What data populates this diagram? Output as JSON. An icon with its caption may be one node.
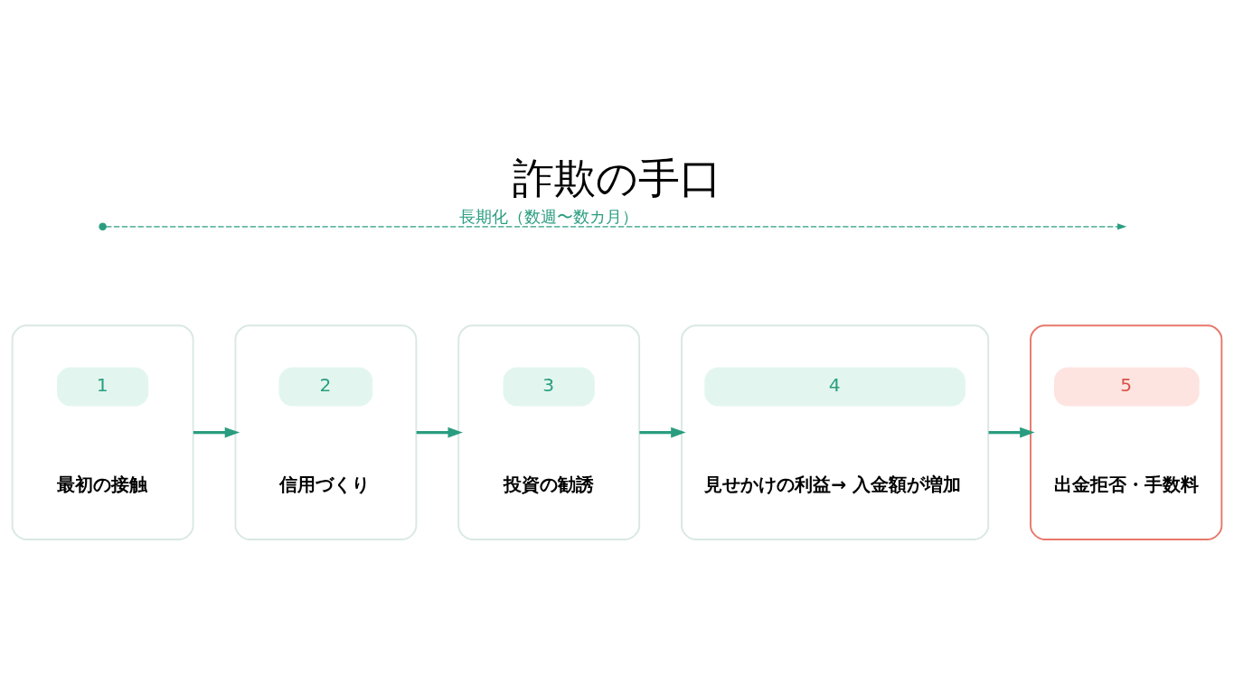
{
  "diagram": {
    "title": "詐欺の手口",
    "nodes": [
      {
        "text": [
          "1",
          "最初の接触"
        ]
      },
      {
        "text": [
          "2",
          "信用づくり"
        ]
      },
      {
        "text": [
          "3",
          "投資の勧誘"
        ]
      },
      {
        "text": [
          "4",
          "見せかけの利益→ 入金額が増加"
        ]
      },
      {
        "text": [
          "5",
          "出金拒否・手数料"
        ]
      }
    ],
    "edges": [
      {
        "from": 0,
        "to": 1,
        "arrow": "to"
      },
      {
        "from": 1,
        "to": 2,
        "arrow": "to"
      },
      {
        "from": 2,
        "to": 3,
        "arrow": "to"
      },
      {
        "from": 3,
        "to": 4,
        "arrow": "to"
      }
    ],
    "labels": [
      "長期化（数週〜数カ月）"
    ]
  }
}
